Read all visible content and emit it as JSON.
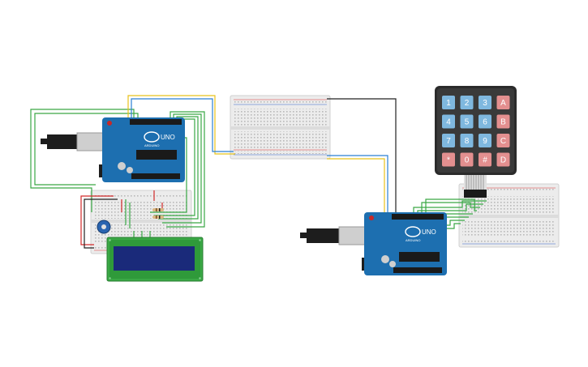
{
  "canvas": {
    "background": "#ffffff"
  },
  "colors": {
    "arduino_board": "#1d6fb0",
    "arduino_dark": "#0f4f86",
    "breadboard": "#ececec",
    "breadboard_hole": "#b8b8b8",
    "wire_green": "#3aa845",
    "wire_yellow": "#e8c21a",
    "wire_blue": "#2a7fd4",
    "wire_black": "#222222",
    "wire_red": "#d22a2a",
    "keypad_frame": "#2b2b2b",
    "key_blue": "#7fb8df",
    "key_red": "#e38f8f",
    "lcd_pcb": "#3aa845",
    "lcd_screen": "#1a2a7a"
  },
  "arduino_left": {
    "label": "UNO",
    "brand": "ARDUINO"
  },
  "arduino_right": {
    "label": "UNO",
    "brand": "ARDUINO"
  },
  "keypad": {
    "rows": [
      [
        {
          "label": "1",
          "type": "num"
        },
        {
          "label": "2",
          "type": "num"
        },
        {
          "label": "3",
          "type": "num"
        },
        {
          "label": "A",
          "type": "fn"
        }
      ],
      [
        {
          "label": "4",
          "type": "num"
        },
        {
          "label": "5",
          "type": "num"
        },
        {
          "label": "6",
          "type": "num"
        },
        {
          "label": "B",
          "type": "fn"
        }
      ],
      [
        {
          "label": "7",
          "type": "num"
        },
        {
          "label": "8",
          "type": "num"
        },
        {
          "label": "9",
          "type": "num"
        },
        {
          "label": "C",
          "type": "fn"
        }
      ],
      [
        {
          "label": "*",
          "type": "fn"
        },
        {
          "label": "0",
          "type": "fn"
        },
        {
          "label": "#",
          "type": "fn"
        },
        {
          "label": "D",
          "type": "fn"
        }
      ]
    ]
  }
}
